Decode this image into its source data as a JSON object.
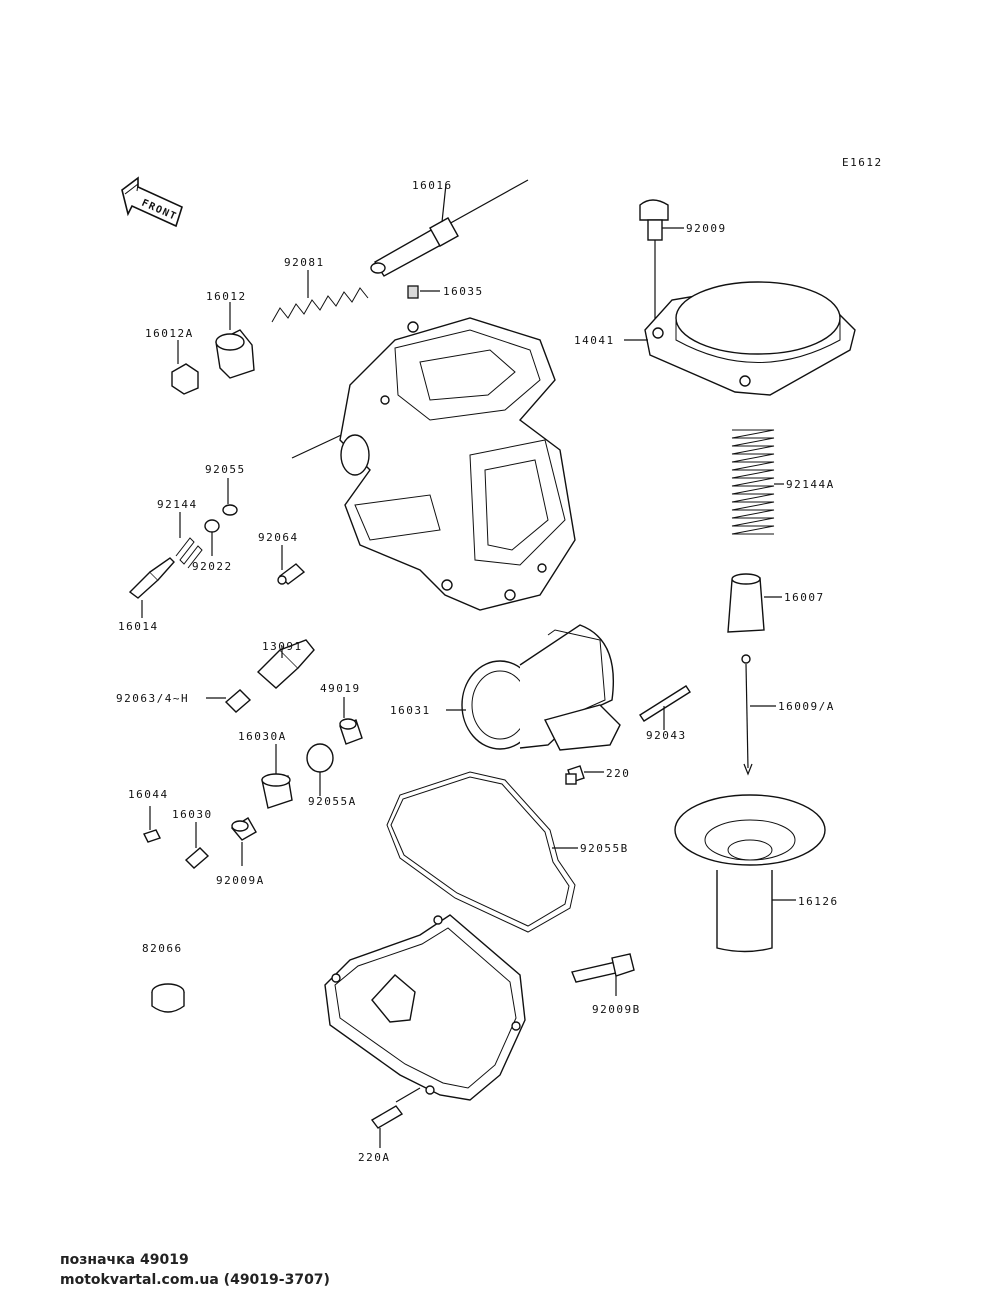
{
  "diagram": {
    "code": "E1612",
    "front_label": "FRONT",
    "labels": [
      {
        "key": "16016",
        "text": "16016"
      },
      {
        "key": "92009",
        "text": "92009"
      },
      {
        "key": "92081",
        "text": "92081"
      },
      {
        "key": "16012",
        "text": "16012"
      },
      {
        "key": "16035",
        "text": "16035"
      },
      {
        "key": "16012A",
        "text": "16012A"
      },
      {
        "key": "14041",
        "text": "14041"
      },
      {
        "key": "92055",
        "text": "92055"
      },
      {
        "key": "92144A",
        "text": "92144A"
      },
      {
        "key": "92144",
        "text": "92144"
      },
      {
        "key": "92064",
        "text": "92064"
      },
      {
        "key": "92022",
        "text": "92022"
      },
      {
        "key": "16014",
        "text": "16014"
      },
      {
        "key": "16007",
        "text": "16007"
      },
      {
        "key": "13091",
        "text": "13091"
      },
      {
        "key": "92063",
        "text": "92063/4~H"
      },
      {
        "key": "49019",
        "text": "49019"
      },
      {
        "key": "16031",
        "text": "16031"
      },
      {
        "key": "16009A",
        "text": "16009/A"
      },
      {
        "key": "92043",
        "text": "92043"
      },
      {
        "key": "16030A",
        "text": "16030A"
      },
      {
        "key": "220",
        "text": "220"
      },
      {
        "key": "92055A",
        "text": "92055A"
      },
      {
        "key": "16044",
        "text": "16044"
      },
      {
        "key": "16030",
        "text": "16030"
      },
      {
        "key": "92055B",
        "text": "92055B"
      },
      {
        "key": "92009A",
        "text": "92009A"
      },
      {
        "key": "16126",
        "text": "16126"
      },
      {
        "key": "82066",
        "text": "82066"
      },
      {
        "key": "92009B",
        "text": "92009B"
      },
      {
        "key": "220A",
        "text": "220A"
      }
    ]
  },
  "footer": {
    "line1": "позначка 49019",
    "line2": "motokvartal.com.ua (49019-3707)"
  }
}
